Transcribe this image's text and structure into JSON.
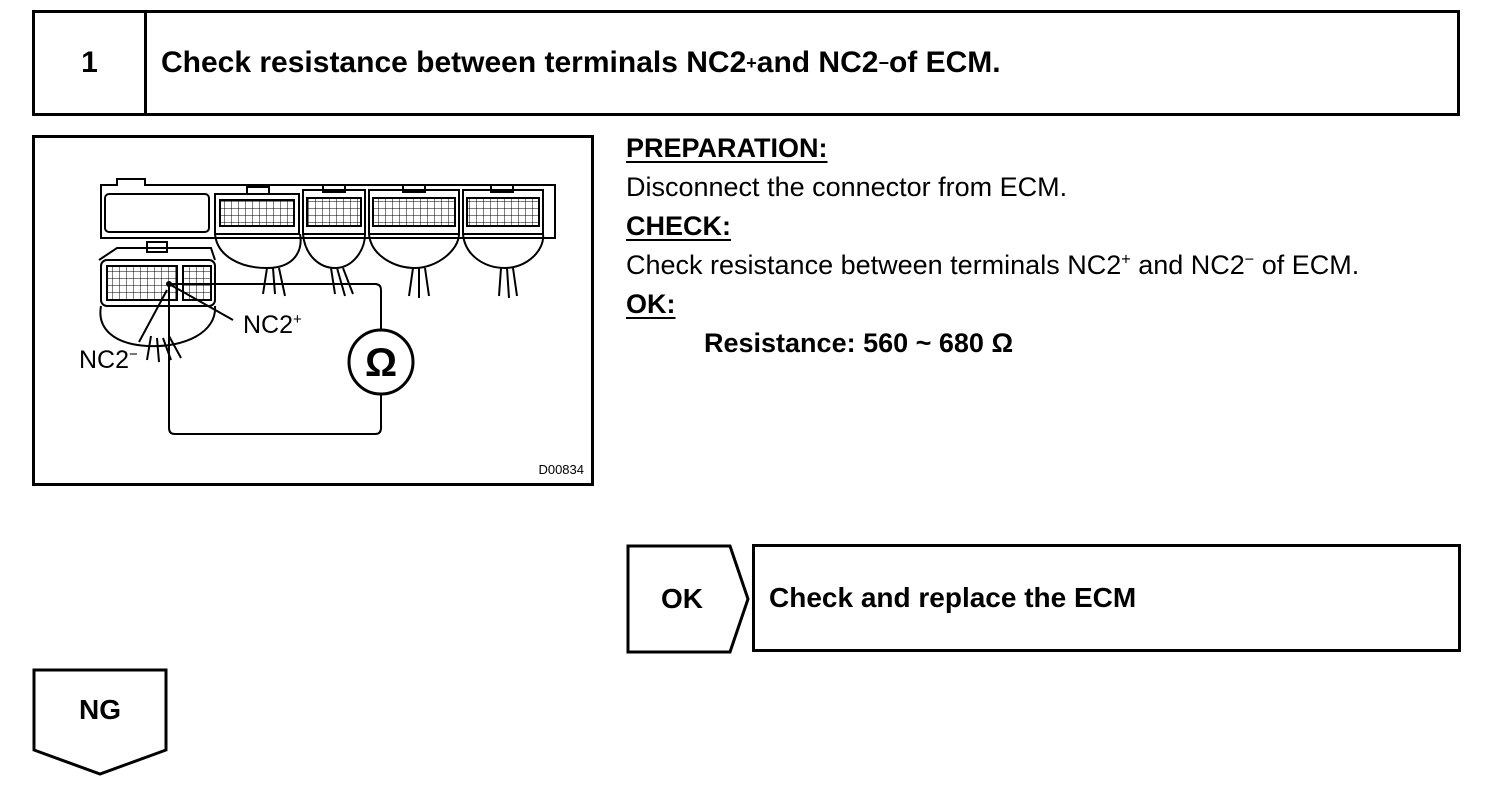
{
  "step": {
    "number": "1",
    "title_main": "Check resistance between terminals NC2",
    "title_plus": "+",
    "title_and": " and NC2",
    "title_minus": "−",
    "title_end": " of ECM."
  },
  "figure": {
    "label_plus_base": "NC2",
    "label_plus_sup": "+",
    "label_minus_base": "NC2",
    "label_minus_sup": "−",
    "meter_symbol": "Ω",
    "code": "D00834"
  },
  "instructions": {
    "preparation_heading": "PREPARATION:",
    "preparation_text": "Disconnect the connector from ECM.",
    "check_heading": "CHECK:",
    "check_main": "Check resistance between terminals NC2",
    "check_plus": "+",
    "check_and": " and NC2",
    "check_minus": "−",
    "check_end": " of ECM.",
    "ok_heading": "OK:",
    "spec": "Resistance: 560 ~ 680 Ω"
  },
  "result_ok": {
    "label": "OK",
    "action": "Check and replace the ECM"
  },
  "result_ng": {
    "label": "NG"
  }
}
